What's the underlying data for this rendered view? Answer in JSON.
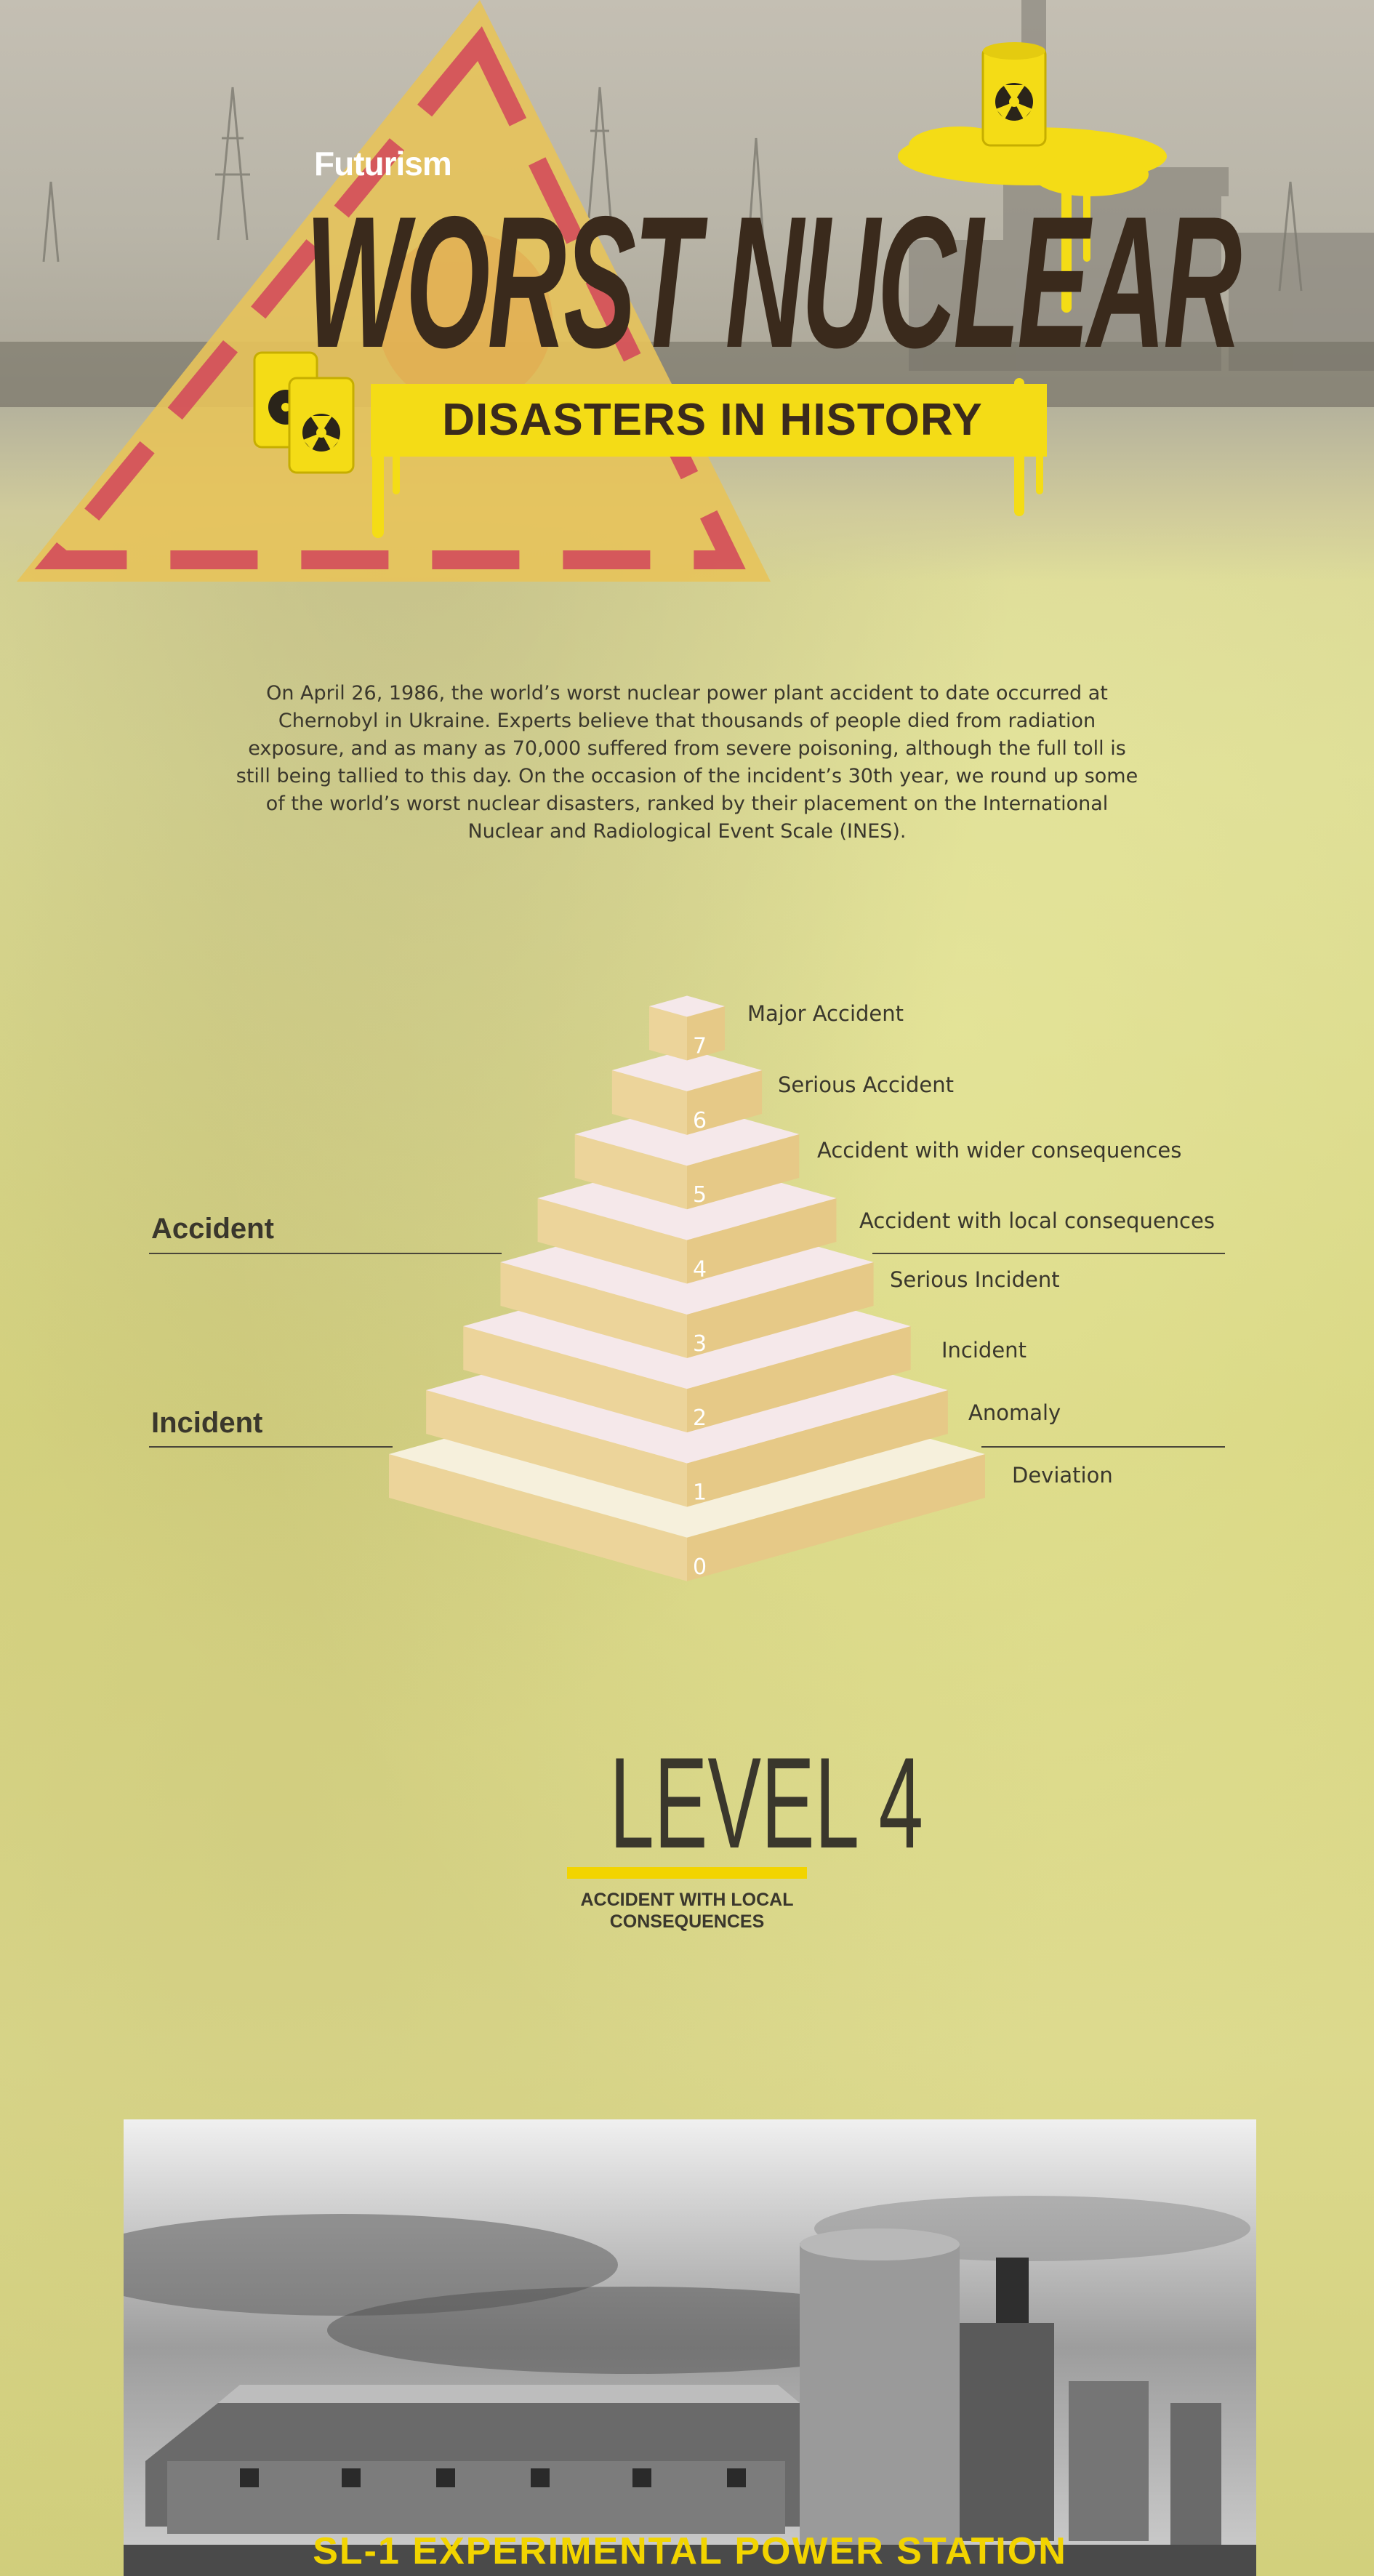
{
  "brand": {
    "logo_text": "Futurism"
  },
  "header": {
    "title": "WORST NUCLEAR",
    "subtitle": "DISASTERS IN HISTORY"
  },
  "intro": {
    "text": "On April 26, 1986, the world’s worst nuclear power plant accident to date occurred at Chernobyl in Ukraine. Experts believe that thousands of people died from radiation exposure, and as many as 70,000 suffered from severe poisoning, although the full toll is still being tallied to this day. On the occasion of the incident’s 30th year, we round up some of the world’s worst nuclear disasters, ranked by their placement on the International Nuclear and Radiological Event Scale (INES)."
  },
  "ines": {
    "bands": [
      "Accident",
      "Incident"
    ],
    "levels": [
      {
        "number": "7",
        "label": "Major Accident"
      },
      {
        "number": "6",
        "label": "Serious Accident"
      },
      {
        "number": "5",
        "label": "Accident with wider consequences"
      },
      {
        "number": "4",
        "label": "Accident with local consequences"
      },
      {
        "number": "3",
        "label": "Serious Incident"
      },
      {
        "number": "2",
        "label": "Incident"
      },
      {
        "number": "1",
        "label": "Anomaly"
      },
      {
        "number": "0",
        "label": "Deviation"
      }
    ]
  },
  "level_section": {
    "heading": "LEVEL 4",
    "description": "ACCIDENT WITH LOCAL CONSEQUENCES"
  },
  "featured": {
    "caption": "SL-1 EXPERIMENTAL POWER STATION"
  },
  "colors": {
    "accent_yellow": "#f2d400",
    "dark_brown": "#3a2a1c",
    "text": "#3a372c",
    "background": "#d9d790"
  },
  "icons": [
    "radiation-barrel-icon",
    "warning-triangle-icon"
  ]
}
